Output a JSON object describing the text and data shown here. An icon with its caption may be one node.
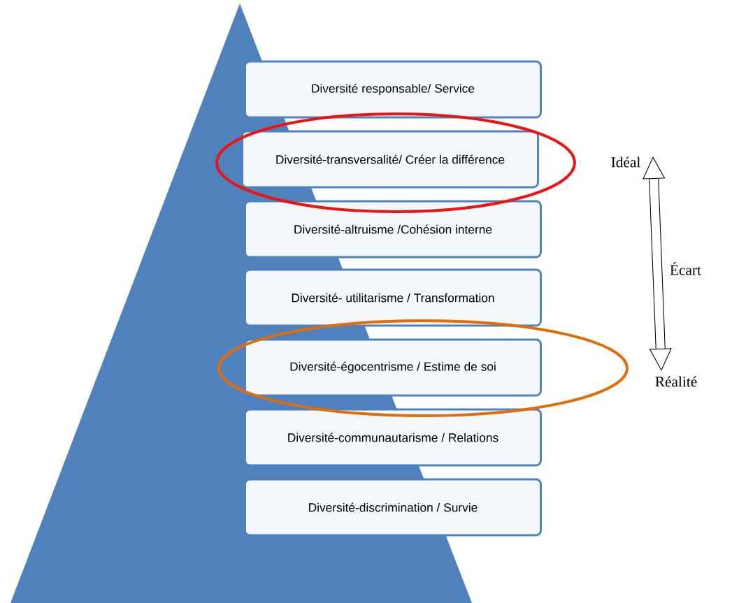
{
  "diagram": {
    "nodes": [
      {
        "text": [
          "Diversité responsable/ Service"
        ]
      },
      {
        "text": [
          "Diversité-transversalité/ Créer la différence"
        ]
      },
      {
        "text": [
          "Diversité-altruisme /Cohésion  interne"
        ]
      },
      {
        "text": [
          "Diversité- utilitarisme /  Transformation"
        ]
      },
      {
        "text": [
          "Diversité-égocentrisme / Estime de soi"
        ]
      },
      {
        "text": [
          "Diversité-communautarisme / Relations"
        ]
      },
      {
        "text": [
          "Diversité-discrimination / Survie"
        ]
      },
      {
        "text": [
          "Idéal"
        ]
      },
      {
        "text": [
          "Réalité"
        ]
      }
    ],
    "edges": [
      {
        "from": 7,
        "to": 8,
        "arrow": "both",
        "label": "Écart"
      }
    ]
  }
}
